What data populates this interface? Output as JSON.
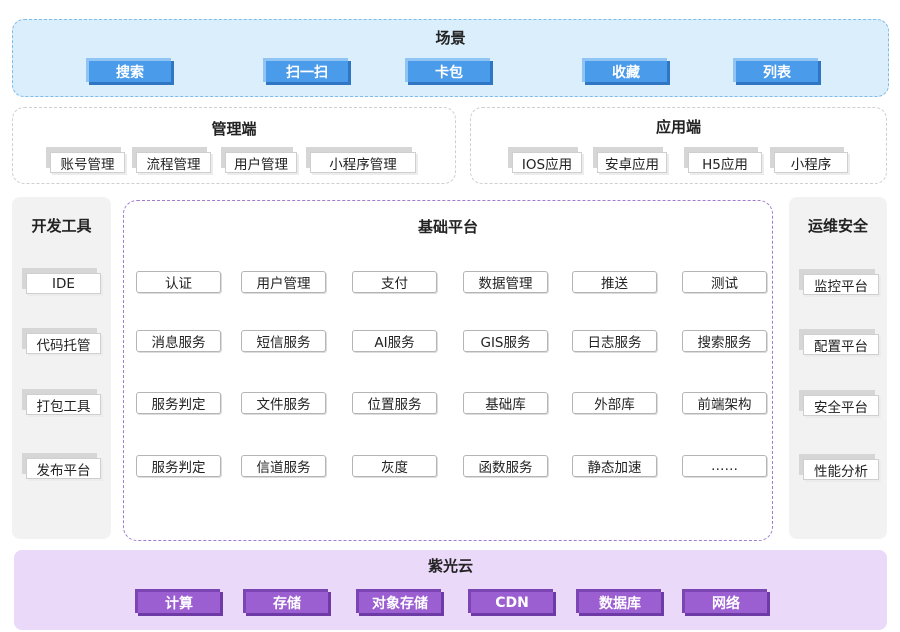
{
  "scene": {
    "title": "场景",
    "items": [
      "搜索",
      "扫一扫",
      "卡包",
      "收藏",
      "列表"
    ]
  },
  "admin": {
    "title": "管理端",
    "items": [
      "账号管理",
      "流程管理",
      "用户管理",
      "小程序管理"
    ]
  },
  "app_side": {
    "title": "应用端",
    "items": [
      "IOS应用",
      "安卓应用",
      "H5应用",
      "小程序"
    ]
  },
  "dev_tools": {
    "title": "开发工具",
    "items": [
      "IDE",
      "代码托管",
      "打包工具",
      "发布平台"
    ]
  },
  "platform": {
    "title": "基础平台",
    "rows": [
      [
        "认证",
        "用户管理",
        "支付",
        "数据管理",
        "推送",
        "测试"
      ],
      [
        "消息服务",
        "短信服务",
        "AI服务",
        "GIS服务",
        "日志服务",
        "搜索服务"
      ],
      [
        "服务判定",
        "文件服务",
        "位置服务",
        "基础库",
        "外部库",
        "前端架构"
      ],
      [
        "服务判定",
        "信道服务",
        "灰度",
        "函数服务",
        "静态加速",
        "……"
      ]
    ]
  },
  "ops_security": {
    "title": "运维安全",
    "items": [
      "监控平台",
      "配置平台",
      "安全平台",
      "性能分析"
    ]
  },
  "cloud": {
    "title": "紫光云",
    "items": [
      "计算",
      "存储",
      "对象存储",
      "CDN",
      "数据库",
      "网络"
    ]
  },
  "colors": {
    "scene_bg": "#dbeefc",
    "scene_button": "#4a9bea",
    "cloud_bg": "#ead9f9",
    "cloud_button": "#9c5fd2",
    "platform_border": "#a07bd0"
  }
}
